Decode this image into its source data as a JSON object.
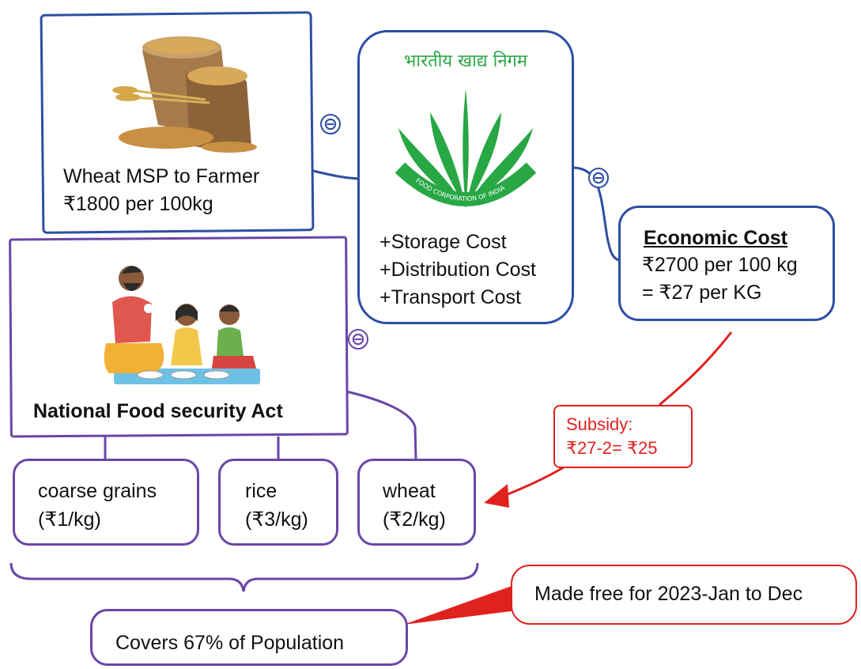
{
  "wheat_msp": {
    "title": "Wheat MSP to Farmer",
    "value": "₹1800 per 100kg",
    "image": "wheat-sack-icon"
  },
  "fci": {
    "logo_text_hindi": "भारतीय खाद्य निगम",
    "logo_ring_text": "FOOD CORPORATION OF INDIA",
    "logo_icon": "fci-wheat-logo-icon",
    "costs": [
      "+Storage Cost",
      "+Distribution Cost",
      "+Transport Cost"
    ]
  },
  "economic_cost": {
    "title": "Economic Cost",
    "line1": "₹2700 per 100 kg",
    "line2": "= ₹27 per KG"
  },
  "nfsa": {
    "title": "National Food security Act",
    "image": "family-eating-icon"
  },
  "subsidy": {
    "line1": "Subsidy:",
    "line2": "₹27-2= ₹25"
  },
  "grains": [
    {
      "name": "coarse grains",
      "price": "(₹1/kg)"
    },
    {
      "name": "rice",
      "price": "(₹3/kg)"
    },
    {
      "name": "wheat",
      "price": "(₹2/kg)"
    }
  ],
  "coverage": "Covers 67% of Population",
  "free_note": "Made free for 2023-Jan to Dec",
  "collapse_symbol": "⊖",
  "colors": {
    "blue": "#2d4fa3",
    "purple": "#6a46a8",
    "red": "#e0221f"
  }
}
